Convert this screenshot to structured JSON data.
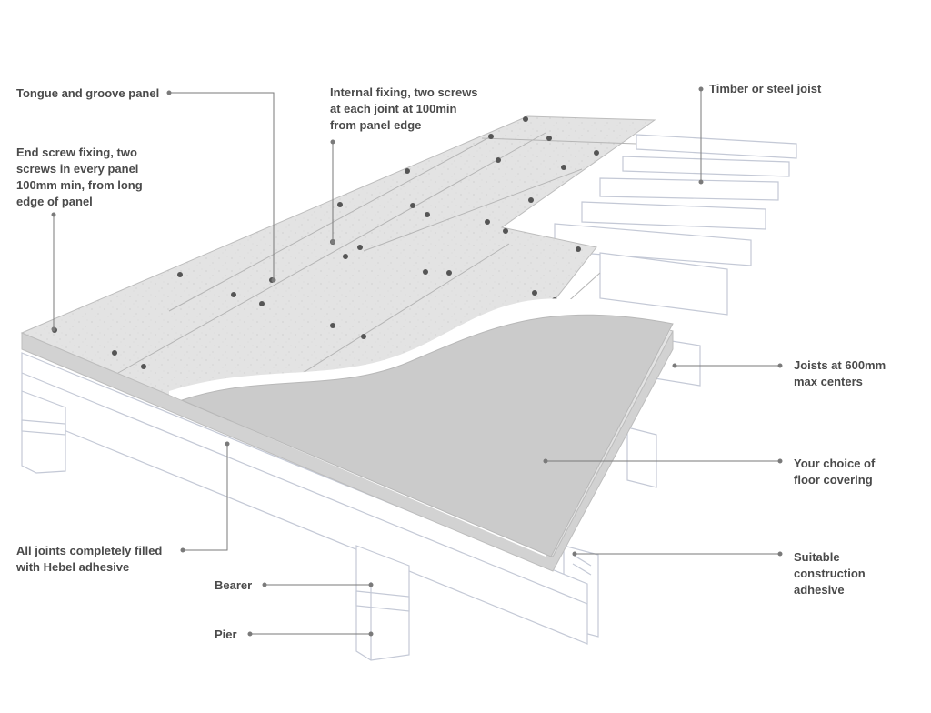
{
  "diagram": {
    "labels": {
      "tongue_groove": "Tongue and groove panel",
      "end_screw": [
        "End screw fixing, two",
        "screws in every panel",
        "100mm min, from long",
        "edge of panel"
      ],
      "internal_fixing": [
        "Internal fixing, two screws",
        "at each joint at 100min",
        "from panel edge"
      ],
      "joist_type": "Timber or steel joist",
      "joist_spacing": [
        "Joists at 600mm",
        "max centers"
      ],
      "floor_covering": [
        "Your choice of",
        "floor covering"
      ],
      "adhesive": [
        "Suitable",
        "construction",
        "adhesive"
      ],
      "joints_filled": [
        "All joints completely filled",
        "with Hebel adhesive"
      ],
      "bearer": "Bearer",
      "pier": "Pier"
    },
    "colors": {
      "text": "#4a4a4a",
      "leader": "#7a7a7a",
      "panel": "#e2e2e2",
      "panel_edge": "#cfcfcf",
      "covering": "#cbcbcb",
      "frame_stroke": "#c4c9d6",
      "screw": "#555555"
    }
  }
}
